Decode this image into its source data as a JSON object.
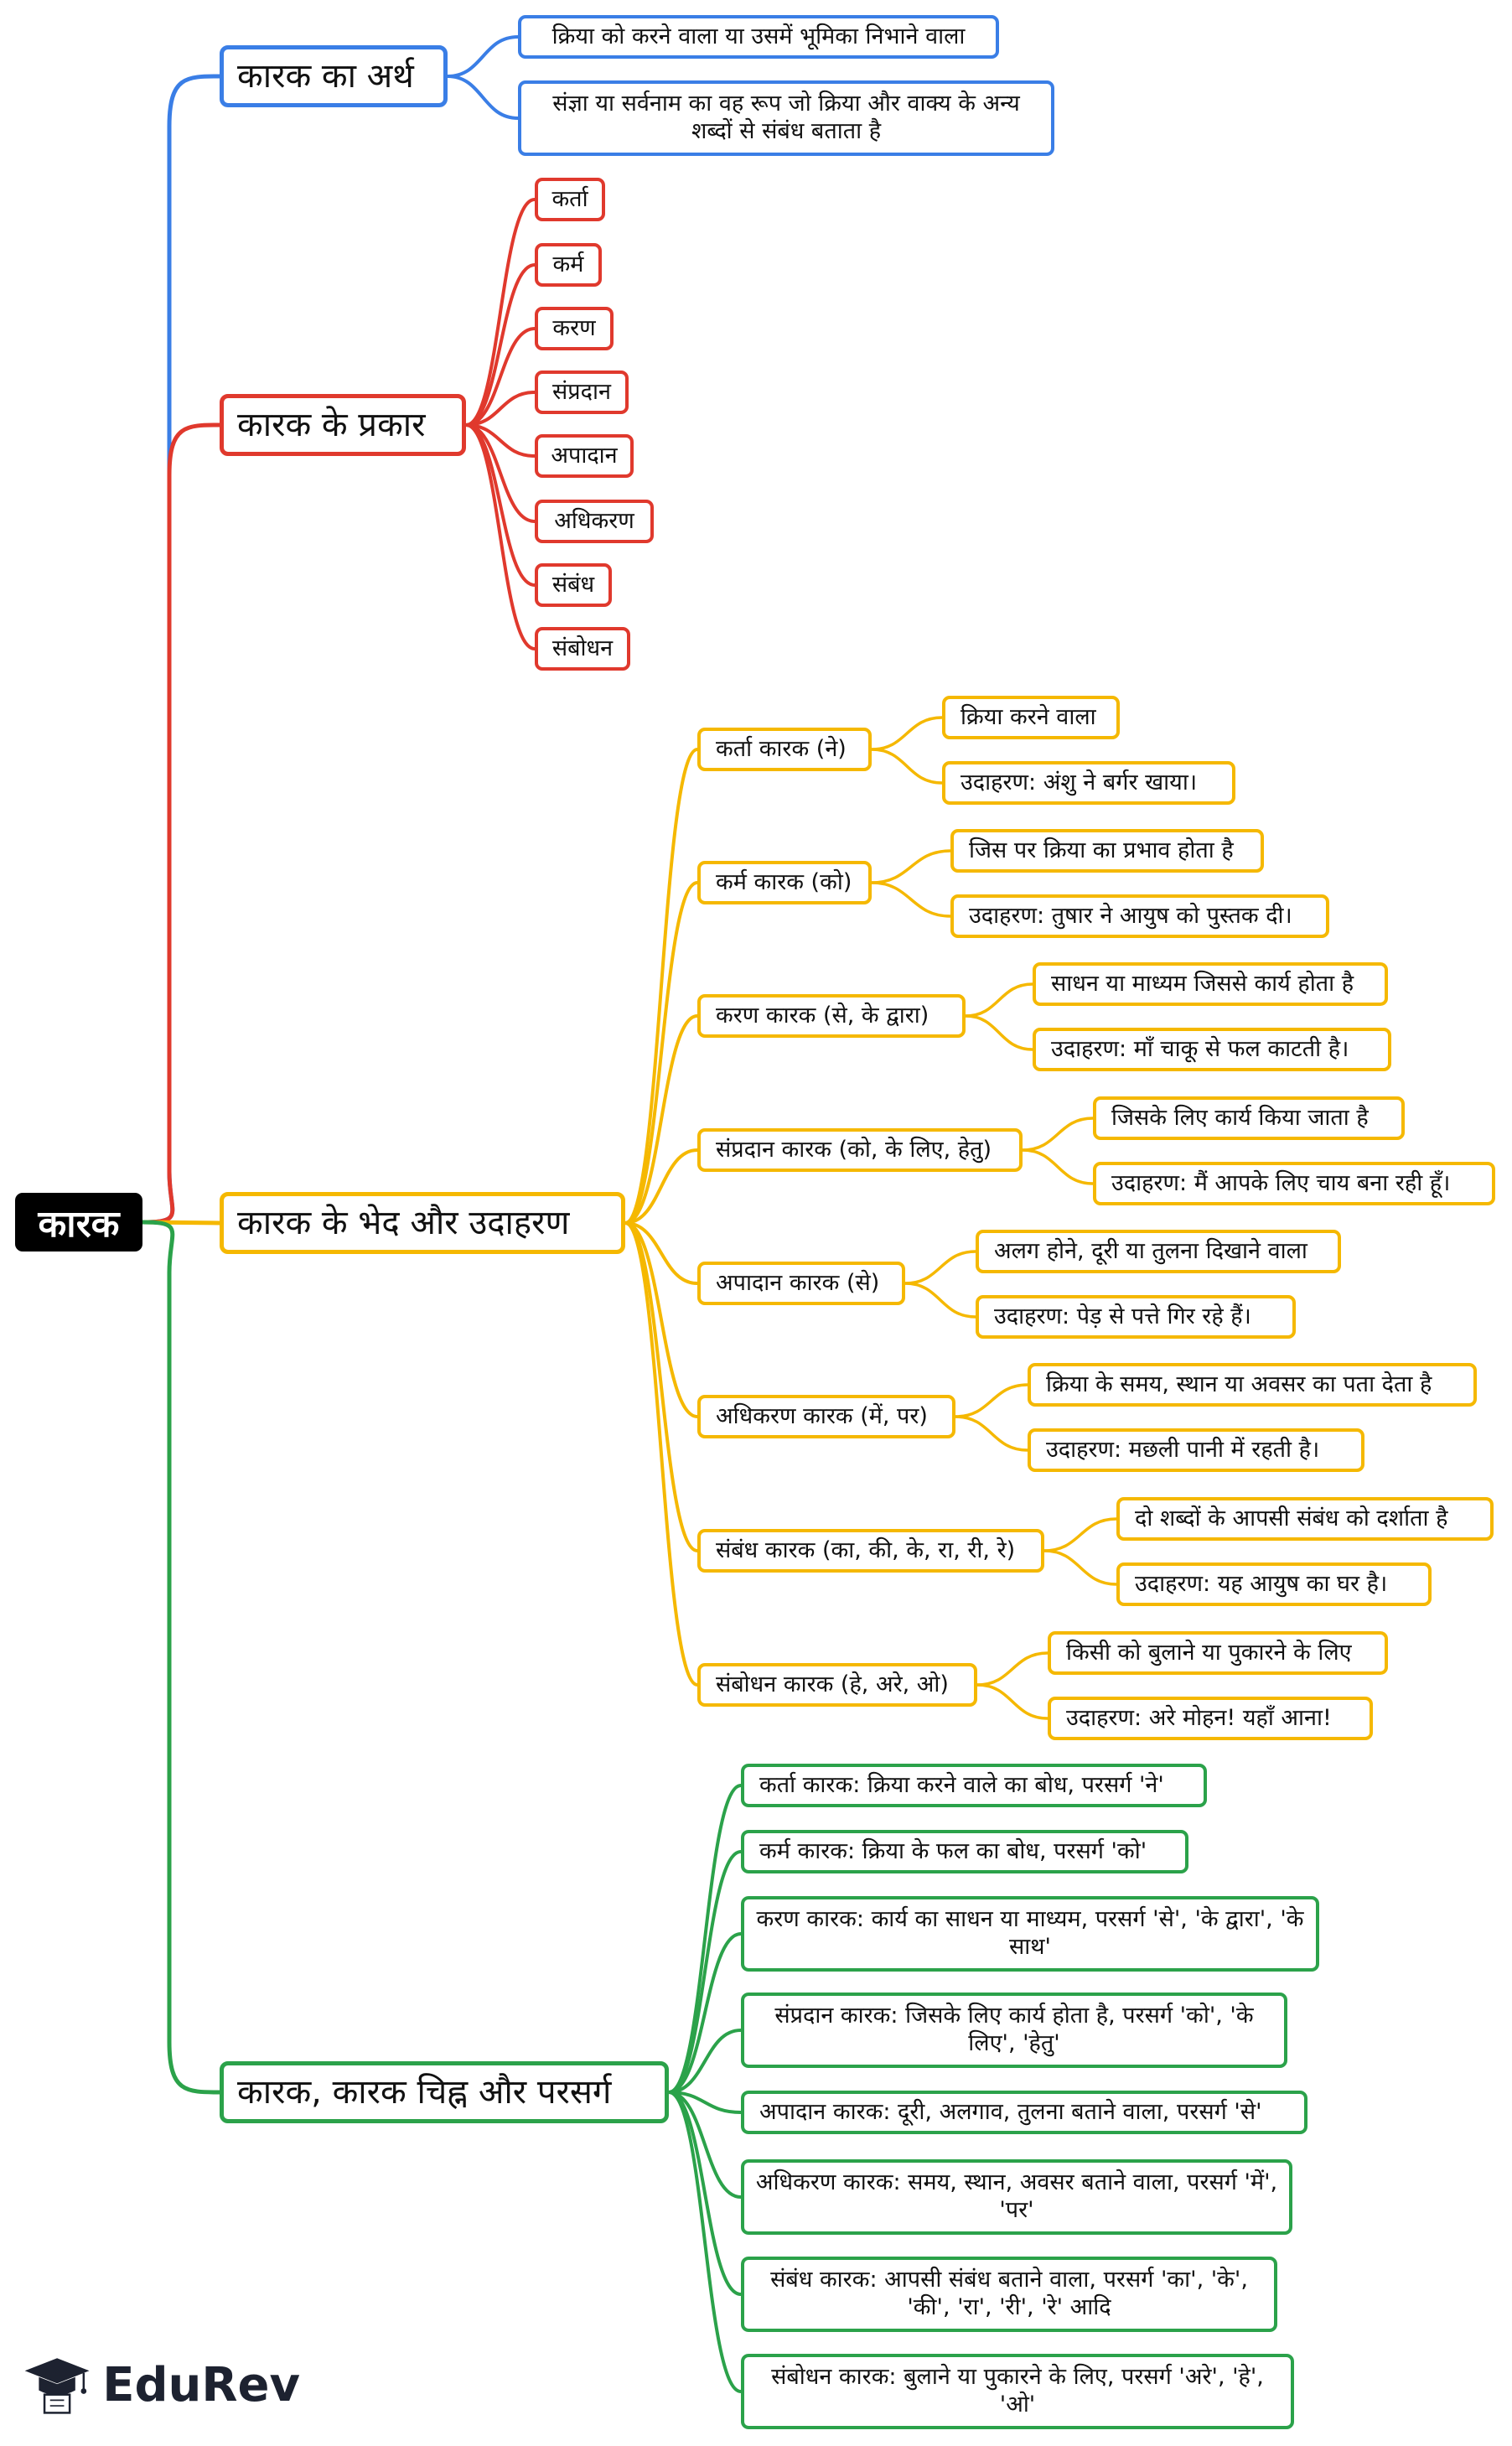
{
  "root": {
    "label": "कारक"
  },
  "branches": [
    {
      "name": "meaning",
      "color": "#3a7ee6",
      "label": "कारक का अर्थ",
      "children": [
        {
          "label": "क्रिया को करने वाला या उसमें भूमिका निभाने वाला"
        },
        {
          "label": "संज्ञा या सर्वनाम का वह रूप जो क्रिया और वाक्य के अन्य शब्दों से संबंध बताता है"
        }
      ]
    },
    {
      "name": "types",
      "color": "#e0392d",
      "label": "कारक के प्रकार",
      "children": [
        {
          "label": "कर्ता"
        },
        {
          "label": "कर्म"
        },
        {
          "label": "करण"
        },
        {
          "label": "संप्रदान"
        },
        {
          "label": "अपादान"
        },
        {
          "label": "अधिकरण"
        },
        {
          "label": "संबंध"
        },
        {
          "label": "संबोधन"
        }
      ]
    },
    {
      "name": "kinds-examples",
      "color": "#f5b800",
      "label": "कारक के भेद और उदाहरण",
      "children": [
        {
          "label": "कर्ता कारक (ने)",
          "children": [
            {
              "label": "क्रिया करने वाला"
            },
            {
              "label": "उदाहरण: अंशु ने बर्गर खाया।"
            }
          ]
        },
        {
          "label": "कर्म कारक (को)",
          "children": [
            {
              "label": "जिस पर क्रिया का प्रभाव होता है"
            },
            {
              "label": "उदाहरण: तुषार ने आयुष को पुस्तक दी।"
            }
          ]
        },
        {
          "label": "करण कारक (से, के द्वारा)",
          "children": [
            {
              "label": "साधन या माध्यम जिससे कार्य होता है"
            },
            {
              "label": "उदाहरण: माँ चाकू से फल काटती है।"
            }
          ]
        },
        {
          "label": "संप्रदान कारक (को, के लिए, हेतु)",
          "children": [
            {
              "label": "जिसके लिए कार्य किया जाता है"
            },
            {
              "label": "उदाहरण: मैं आपके लिए चाय बना रही हूँ।"
            }
          ]
        },
        {
          "label": "अपादान कारक (से)",
          "children": [
            {
              "label": "अलग होने, दूरी या तुलना दिखाने वाला"
            },
            {
              "label": "उदाहरण: पेड़ से पत्ते गिर रहे हैं।"
            }
          ]
        },
        {
          "label": "अधिकरण कारक (में, पर)",
          "children": [
            {
              "label": "क्रिया के समय, स्थान या अवसर का पता देता है"
            },
            {
              "label": "उदाहरण: मछली पानी में रहती है।"
            }
          ]
        },
        {
          "label": "संबंध कारक (का, की, के, रा, री, रे)",
          "children": [
            {
              "label": "दो शब्दों के आपसी संबंध को दर्शाता है"
            },
            {
              "label": "उदाहरण: यह आयुष का घर है।"
            }
          ]
        },
        {
          "label": "संबोधन कारक (हे, अरे, ओ)",
          "children": [
            {
              "label": "किसी को बुलाने या पुकारने के लिए"
            },
            {
              "label": "उदाहरण: अरे मोहन! यहाँ आना!"
            }
          ]
        }
      ]
    },
    {
      "name": "signs-postpositions",
      "color": "#2ba24a",
      "label": "कारक, कारक चिह्न और परसर्ग",
      "children": [
        {
          "label": "कर्ता कारक: क्रिया करने वाले का बोध, परसर्ग 'ने'"
        },
        {
          "label": "कर्म कारक: क्रिया के फल का बोध, परसर्ग 'को'"
        },
        {
          "label": "करण कारक: कार्य का साधन या माध्यम, परसर्ग 'से', 'के द्वारा', 'के साथ'"
        },
        {
          "label": "संप्रदान कारक: जिसके लिए कार्य होता है, परसर्ग 'को', 'के लिए', 'हेतु'"
        },
        {
          "label": "अपादान कारक: दूरी, अलगाव, तुलना बताने वाला, परसर्ग 'से'"
        },
        {
          "label": "अधिकरण कारक: समय, स्थान, अवसर बताने वाला, परसर्ग 'में', 'पर'"
        },
        {
          "label": "संबंध कारक: आपसी संबंध बताने वाला, परसर्ग 'का', 'के', 'की', 'रा', 'री', 'रे' आदि"
        },
        {
          "label": "संबोधन कारक: बुलाने या पुकारने के लिए, परसर्ग 'अरे', 'हे', 'ओ'"
        }
      ]
    }
  ],
  "brand": {
    "name": "EduRev",
    "logo_icon": "graduation-cap-icon"
  }
}
